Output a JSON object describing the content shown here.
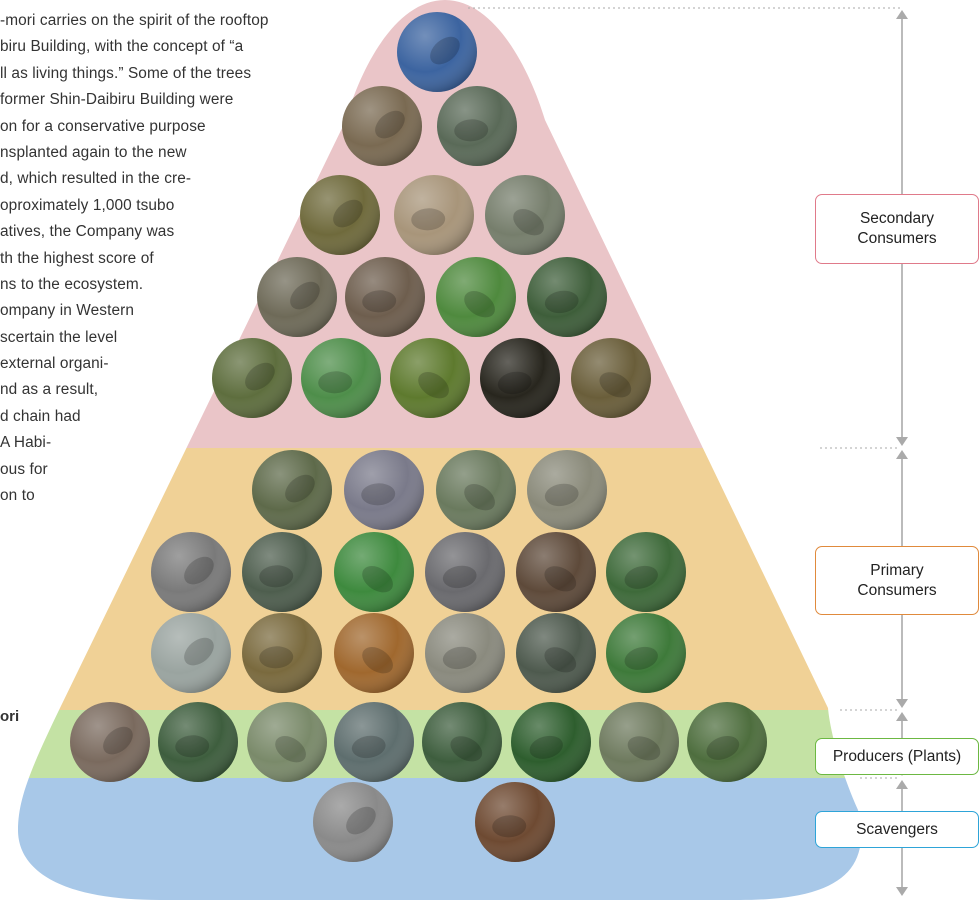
{
  "article": {
    "lines": [
      "-mori carries on the spirit of the rooftop",
      "biru Building, with the concept of “a",
      "ll as living things.” Some of the trees",
      "former Shin-Daibiru Building were",
      "on for a conservative purpose",
      "nsplanted again to the new",
      "d, which resulted in the cre-",
      "oproximately 1,000 tsubo",
      "atives, the Company was",
      "th the highest score of",
      "ns to the ecosystem.",
      "ompany in Western",
      "scertain the level",
      "external organi-",
      "nd as a result,",
      "d chain had",
      "A Habi-",
      "ous for",
      "on to"
    ],
    "caption": "ori"
  },
  "tiers": [
    {
      "id": "secondary",
      "label": "Secondary\nConsumers",
      "color": "#eac5c8",
      "border_color": "#e07a8a",
      "photo_rows": [
        [
          "#3c64a0"
        ],
        [
          "#7a6a52",
          "#5a6a58"
        ],
        [
          "#6f6a3c",
          "#a8957a",
          "#767e6c"
        ],
        [
          "#6e6a58",
          "#6e5e4e",
          "#4f8a3e",
          "#3e5e3a"
        ],
        [
          "#5e6e3e",
          "#4e8e4a",
          "#5e7a2e",
          "#28261e",
          "#6a5e3a"
        ]
      ]
    },
    {
      "id": "primary",
      "label": "Primary\nConsumers",
      "color": "#f0d196",
      "border_color": "#e08a3c",
      "photo_rows": [
        [
          "#5e6a4a",
          "#7a7a8a",
          "#6a7a5e",
          "#8a8a7a"
        ],
        [
          "#7a7a7a",
          "#4e5e4e",
          "#3e8a3e",
          "#6a6a6e",
          "#5e4a3a",
          "#3e6a3a"
        ],
        [
          "#9aa4a0",
          "#7a6a3e",
          "#a0682e",
          "#8a8a7e",
          "#4e5a4e",
          "#3e7a3a"
        ]
      ]
    },
    {
      "id": "producers",
      "label": "Producers (Plants)",
      "color": "#c4e2a4",
      "border_color": "#6cb842",
      "photo_rows": [
        [
          "#7a6a5e",
          "#3e5e3e",
          "#7a8a6a",
          "#5e6e6e",
          "#3e5e3e",
          "#2e5e2e",
          "#6e7a5e",
          "#4e6e3e"
        ]
      ]
    },
    {
      "id": "scavengers",
      "label": "Scavengers",
      "color": "#a8c8e8",
      "border_color": "#2ea4d8",
      "photo_rows": [
        [
          "#8a8a8a",
          "#6e4a32"
        ]
      ]
    }
  ],
  "scale_color": "#aaaaaa"
}
